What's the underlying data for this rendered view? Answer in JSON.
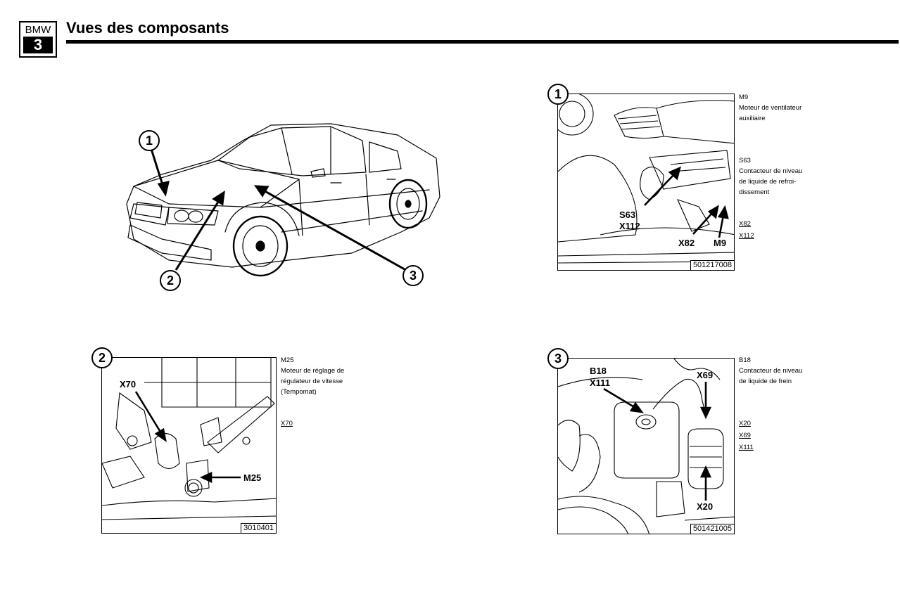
{
  "header": {
    "logo_top": "BMW",
    "logo_bottom": "3",
    "title": "Vues des composants"
  },
  "overview": {
    "callouts": [
      "1",
      "2",
      "3"
    ]
  },
  "panels": [
    {
      "number": "1",
      "ref": "501217008",
      "tags": [
        "S63",
        "X112",
        "X82",
        "M9"
      ],
      "notes": [
        {
          "code": "M9",
          "lines": [
            "Moteur de ventilateur",
            "auxiliaire"
          ]
        },
        {
          "code": "S63",
          "lines": [
            "Contacteur de niveau",
            "de liquide de refroi-",
            "dissement"
          ]
        }
      ],
      "connectors": [
        "X82",
        "X112"
      ]
    },
    {
      "number": "2",
      "ref": "3010401",
      "tags": [
        "X70",
        "M25"
      ],
      "notes": [
        {
          "code": "M25",
          "lines": [
            "Moteur de réglage de",
            "régulateur de vitesse",
            "(Tempomat)"
          ]
        }
      ],
      "connectors": [
        "X70"
      ]
    },
    {
      "number": "3",
      "ref": "501421005",
      "tags": [
        "B18",
        "X111",
        "X69",
        "X20"
      ],
      "notes": [
        {
          "code": "B18",
          "lines": [
            "Contacteur de niveau",
            "de liquide de frein"
          ]
        }
      ],
      "connectors": [
        "X20",
        "X69",
        "X111"
      ]
    }
  ]
}
